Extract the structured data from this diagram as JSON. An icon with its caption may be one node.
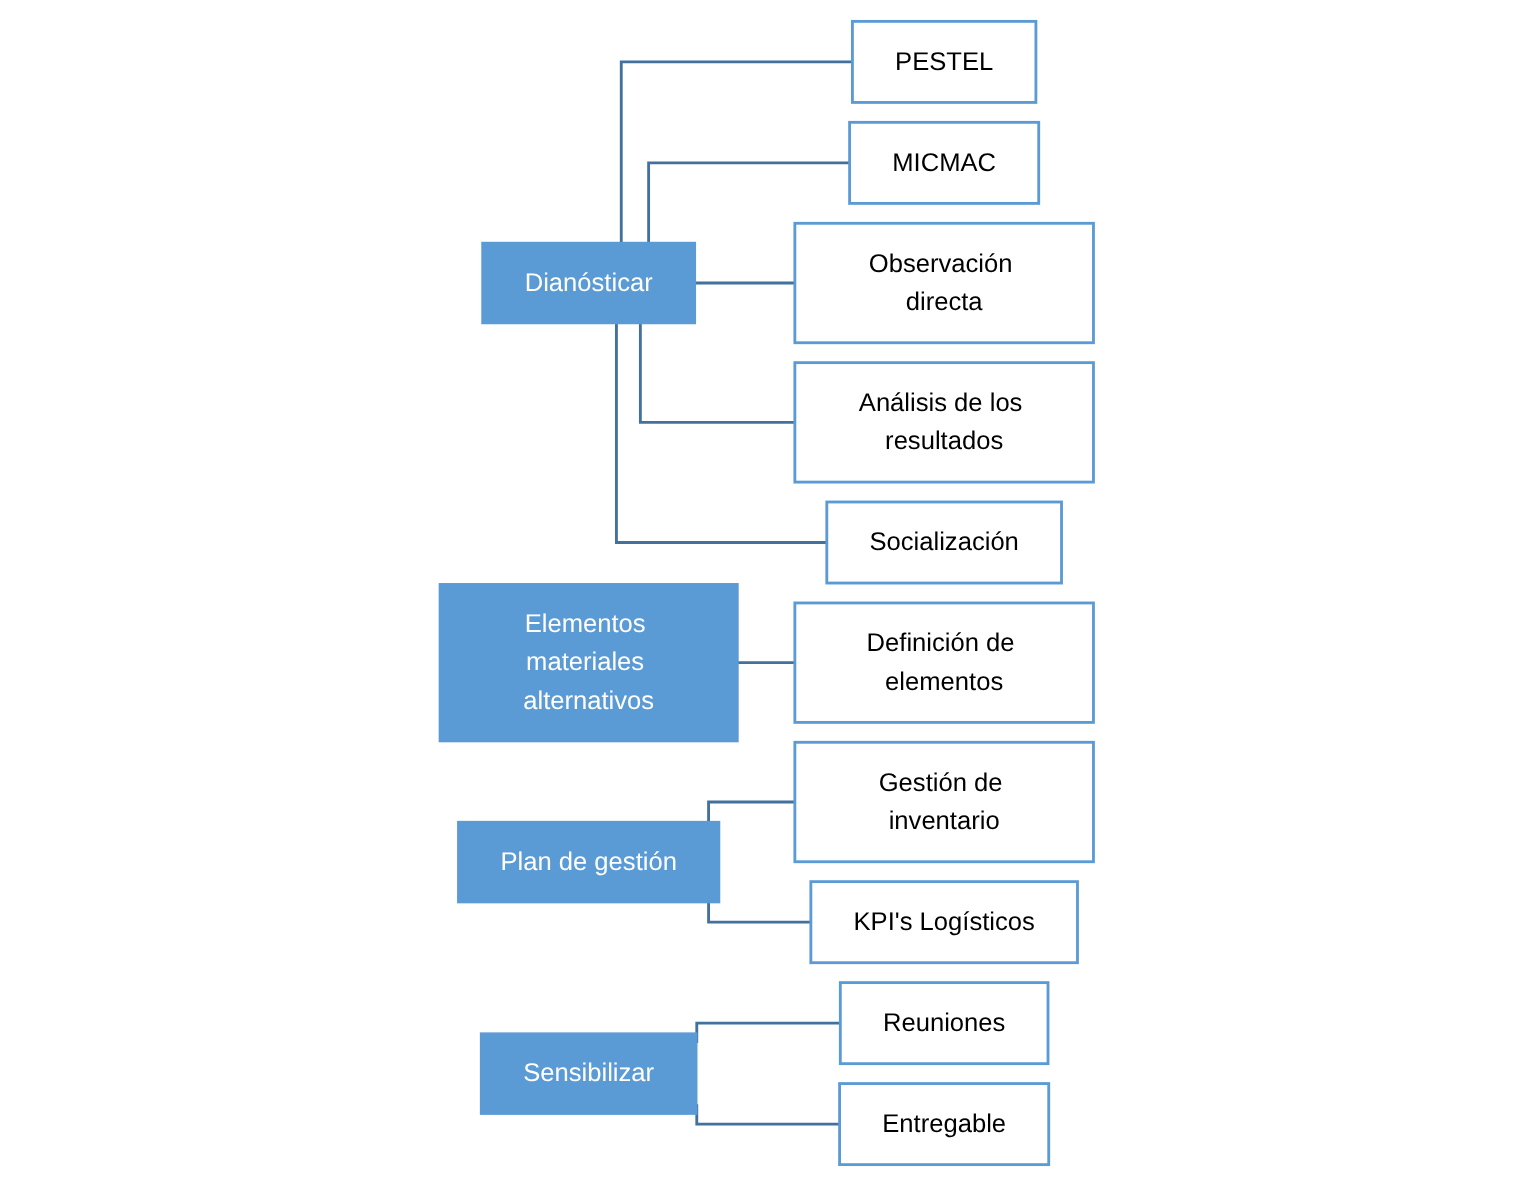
{
  "diagram": {
    "nodes": [
      {
        "text": [
          "Dianósticar"
        ]
      },
      {
        "text": [
          "PESTEL"
        ]
      },
      {
        "text": [
          "MICMAC"
        ]
      },
      {
        "text": [
          "Observación directa"
        ]
      },
      {
        "text": [
          "Análisis de los resultados"
        ]
      },
      {
        "text": [
          "Socialización"
        ]
      },
      {
        "text": [
          "Elementos materiales alternativos"
        ]
      },
      {
        "text": [
          "Definición de elementos"
        ]
      },
      {
        "text": [
          "Plan de gestión"
        ]
      },
      {
        "text": [
          "Gestión de inventario"
        ]
      },
      {
        "text": [
          "KPI's Logísticos"
        ]
      },
      {
        "text": [
          "Sensibilizar"
        ]
      },
      {
        "text": [
          "Reuniones"
        ]
      },
      {
        "text": [
          "Entregable"
        ]
      }
    ],
    "edges": [
      {
        "from": 0,
        "to": 1,
        "arrow": "none"
      },
      {
        "from": 0,
        "to": 2,
        "arrow": "none"
      },
      {
        "from": 0,
        "to": 3,
        "arrow": "none"
      },
      {
        "from": 0,
        "to": 4,
        "arrow": "none"
      },
      {
        "from": 0,
        "to": 5,
        "arrow": "none"
      },
      {
        "from": 6,
        "to": 7,
        "arrow": "none"
      },
      {
        "from": 8,
        "to": 9,
        "arrow": "none"
      },
      {
        "from": 8,
        "to": 10,
        "arrow": "none"
      },
      {
        "from": 11,
        "to": 12,
        "arrow": "none"
      },
      {
        "from": 11,
        "to": 13,
        "arrow": "none"
      }
    ]
  }
}
